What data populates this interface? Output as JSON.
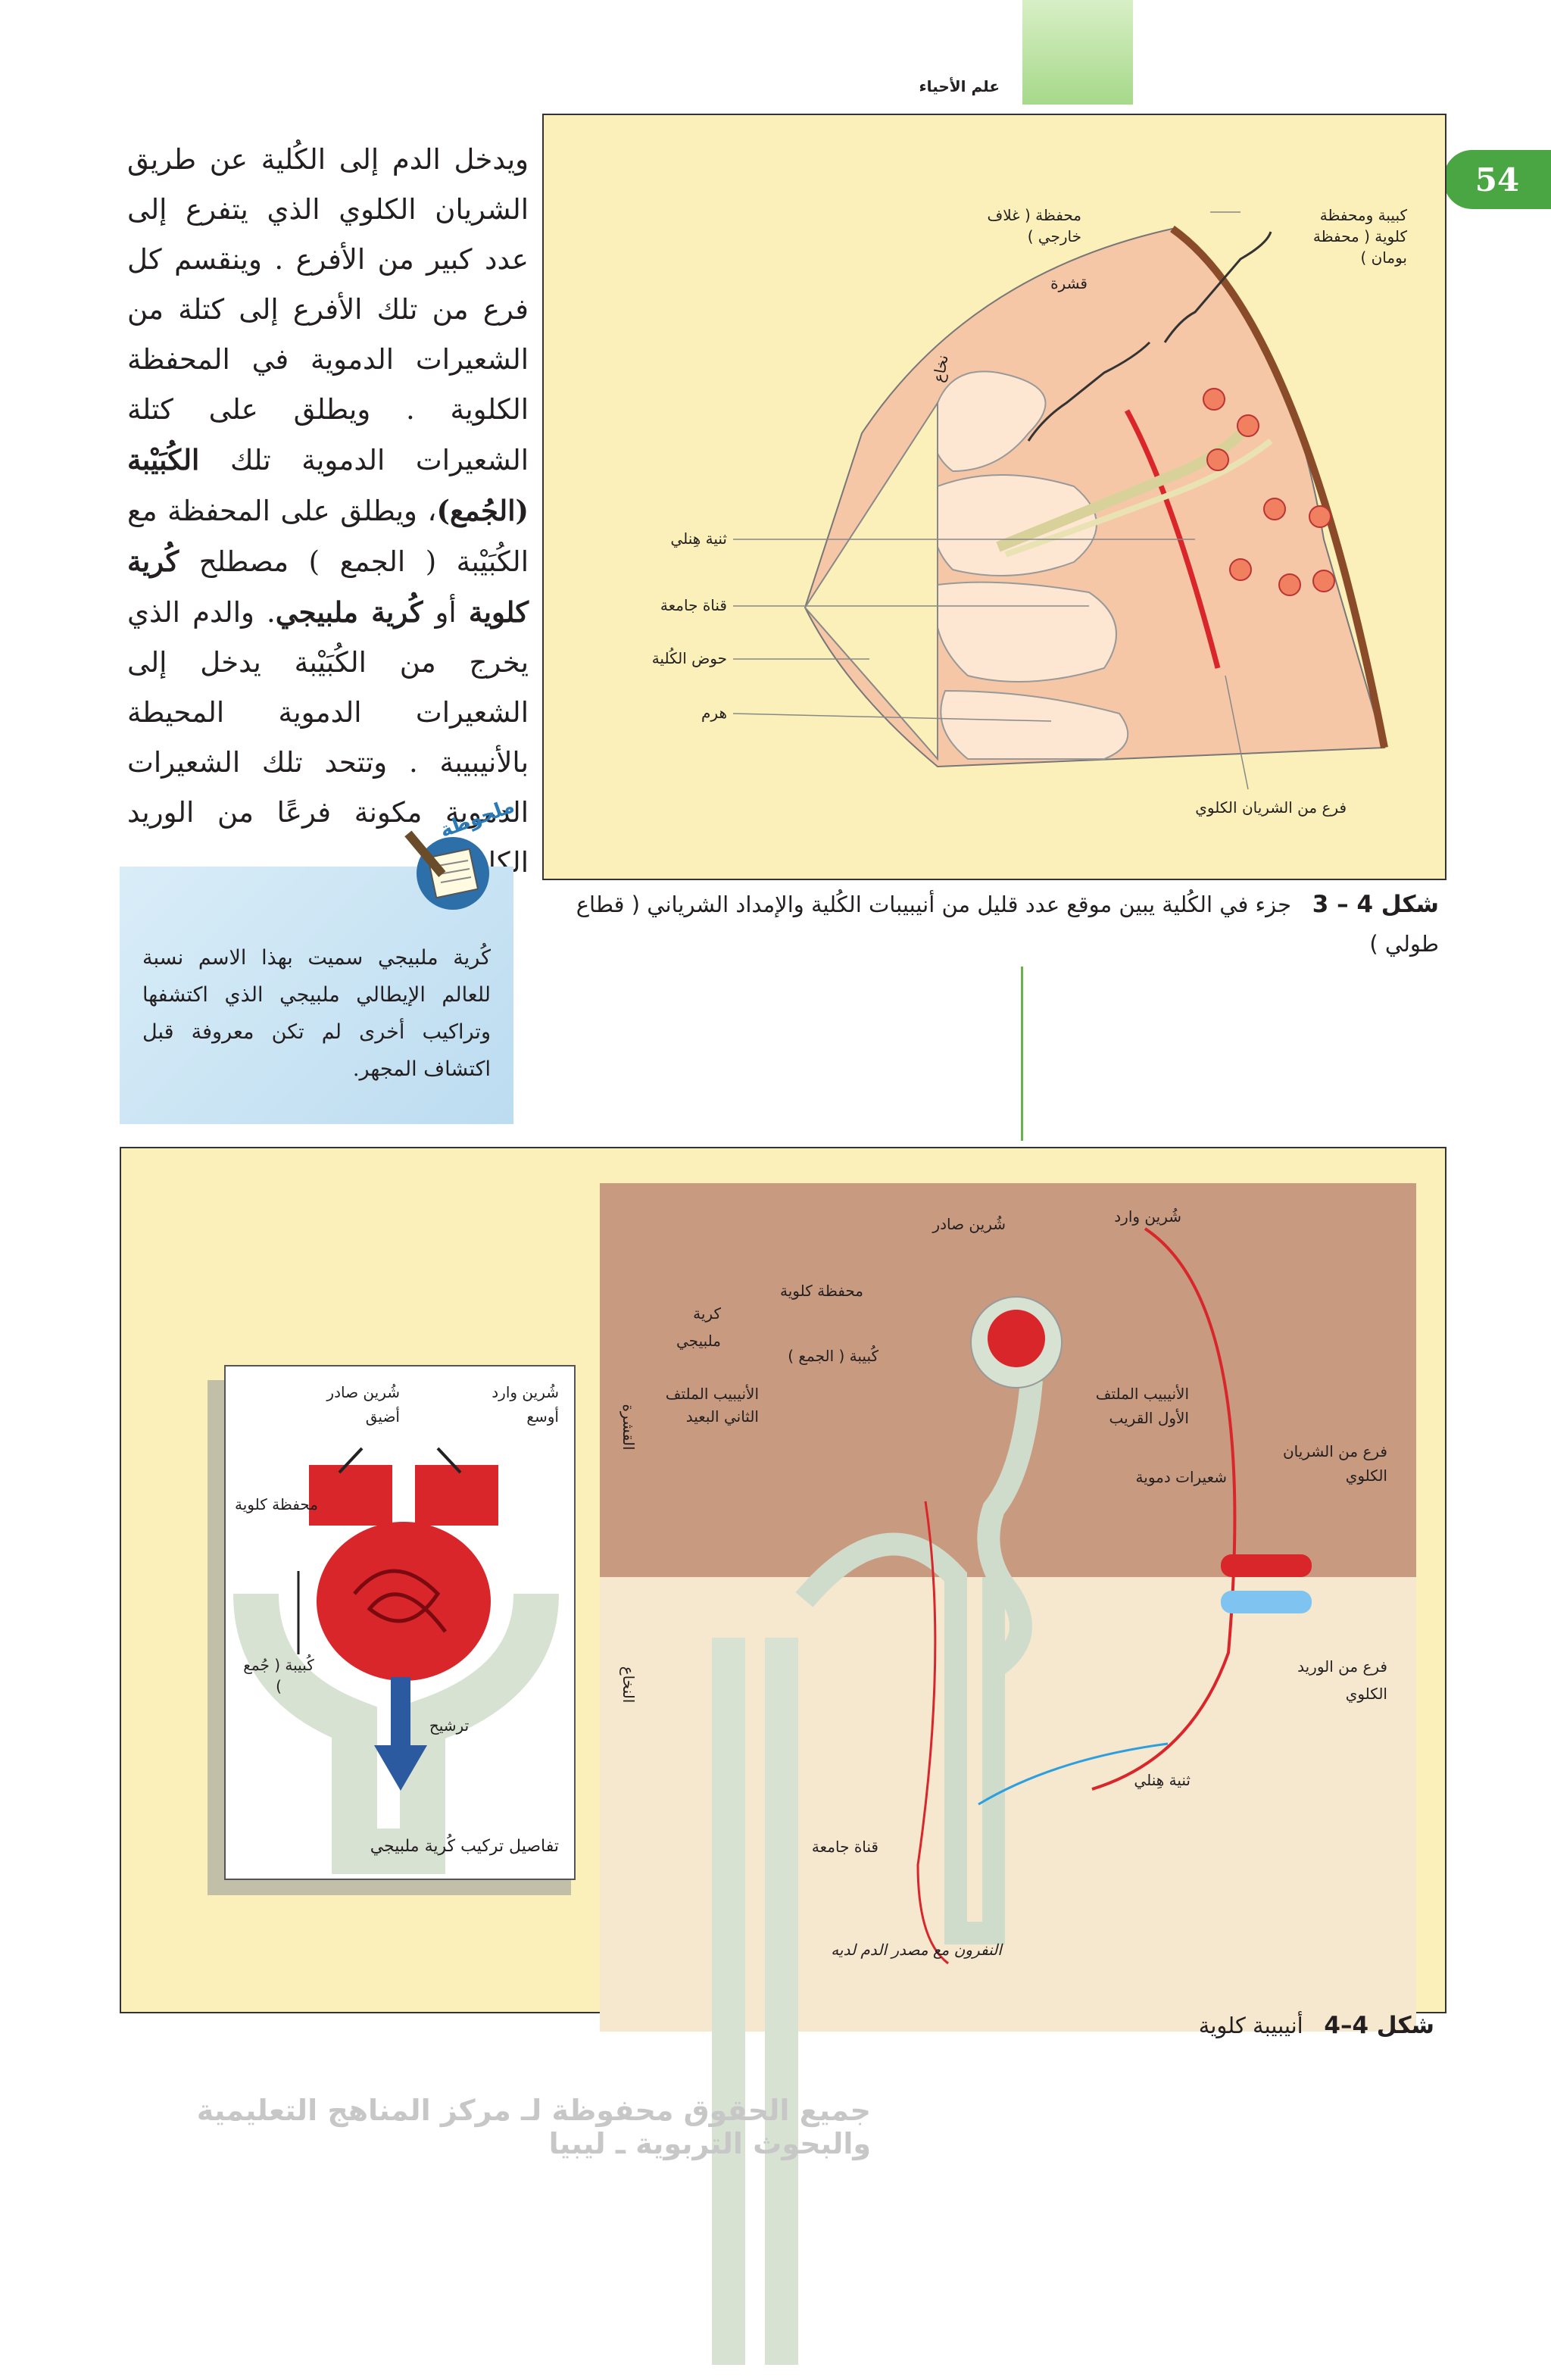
{
  "header": {
    "subject": "علم الأحياء",
    "page_number": "54"
  },
  "body_paragraph": {
    "p1": "ويدخل الدم إلى الكُلية عن طريق الشريان الكلوي الذي يتفرع إلى عدد كبير من الأفرع . وينقسم كل فرع من تلك الأفرع إلى كتلة من الشعيرات الدموية في المحفظة الكلوية . ويطلق على كتلة الشعيرات الدموية تلك",
    "b1": "الكُبَيْبة (الجُمع)",
    "p2": "، ويطلق على المحفظة مع الكُبَيْبة ( الجمع ) مصطلح",
    "b2": "كُرية كلوية",
    "p3": "أو",
    "b3": "كُرية ملبيجي",
    "p4": ". والدم الذي يخرج من الكُبَيْبة يدخل إلى الشعيرات الدموية المحيطة بالأنيبيبة . وتتحد تلك الشعيرات الدموية مكونة فرعًا من الوريد الكلوي ."
  },
  "note": {
    "icon_label": "ملحوظة",
    "text": "كُرية ملبيجي سميت بهذا الاسم نسبة للعالم الإيطالي ملبيجي الذي اكتشفها وتراكيب أخرى لم تكن معروفة قبل اكتشاف المجهر."
  },
  "figure1": {
    "labels": {
      "capsule": "محفظة ( غلاف خارجي )",
      "cortex": "قشرة",
      "medulla": "نخاع",
      "glomerulus_capsule": "كبيبة ومحفظة كلوية ( محفظة بومان )",
      "henle": "ثنية هِنلي",
      "collecting_duct": "قناة جامعة",
      "pelvis": "حوض الكُلية",
      "pyramid": "هرم",
      "artery_branch": "فرع من الشريان الكلوي"
    },
    "caption_prefix": "شكل 4 – 3",
    "caption": "جزء في الكُلية يبين موقع عدد قليل من أنيبيبات الكُلية والإمداد الشرياني ( قطاع طولي )"
  },
  "figure2": {
    "inset": {
      "efferent": "شُرين صادر",
      "efferent_note": "أضيق",
      "afferent": "شُرين وارد",
      "afferent_note": "أوسع",
      "capsule": "محفظة كلوية",
      "glomerulus": "كُبيبة ( جُمع )",
      "filtration": "ترشيح",
      "title": "تفاصيل تركيب كُرية ملبيجي"
    },
    "nephron": {
      "efferent": "شُرين صادر",
      "afferent": "شُرين وارد",
      "capsule": "محفظة كلوية",
      "corpuscle_a": "كرية",
      "corpuscle_b": "ملبيجي",
      "glomerulus": "كُبيبة ( الجمع )",
      "distal_a": "الأنيبيب الملتف",
      "distal_b": "الثاني البعيد",
      "proximal_a": "الأنيبيب الملتف",
      "proximal_b": "الأول القريب",
      "capillaries": "شعيرات دموية",
      "artery_a": "فرع من الشريان",
      "artery_b": "الكلوي",
      "vein_a": "فرع من الوريد",
      "vein_b": "الكلوي",
      "henle": "ثنية هِنلي",
      "duct": "قناة جامعة",
      "cortex_side": "القشرة",
      "medulla_side": "النخاع",
      "bottom_title": "النفرون مع مصدر الدم لديه"
    },
    "caption_prefix": "شكل 4–4",
    "caption": "أنيبيبة كلوية"
  },
  "footer": "جميع الحقوق محفوظة لـ مركز المناهج التعليمية والبحوث التربوية ـ ليبيا"
}
